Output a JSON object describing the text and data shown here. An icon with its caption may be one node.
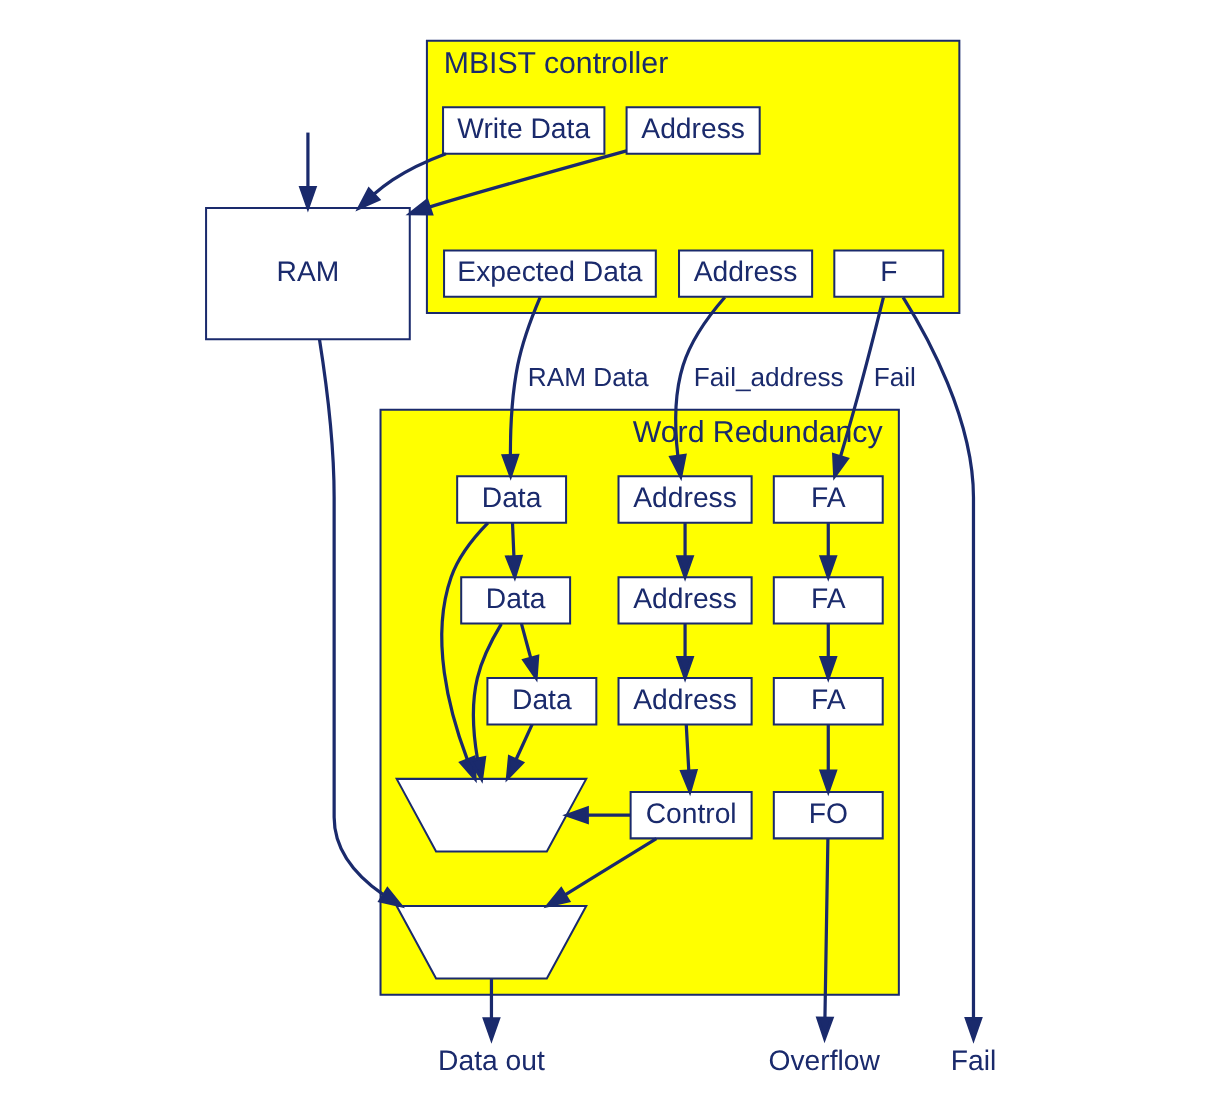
{
  "diagram": {
    "nodes": [
      {
        "text": [
          "MBIST controller"
        ]
      },
      {
        "text": [
          "Address"
        ],
        "in": 0
      },
      {
        "text": [
          "Write Data"
        ],
        "in": 0
      },
      {
        "text": [
          "F"
        ],
        "in": 0
      },
      {
        "text": [
          "Address"
        ],
        "in": 0
      },
      {
        "text": [
          "Expected Data"
        ],
        "in": 0
      },
      {
        "text": [
          "RAM"
        ]
      },
      {
        "text": [
          "Word Redundancy"
        ]
      },
      {
        "text": [
          "FA"
        ],
        "in": 7
      },
      {
        "text": [
          "Address"
        ],
        "in": 7
      },
      {
        "text": [
          "Data"
        ],
        "in": 7
      },
      {
        "text": [
          "FA"
        ],
        "in": 7
      },
      {
        "text": [
          "Address"
        ],
        "in": 7
      },
      {
        "text": [
          "Data"
        ],
        "in": 7
      },
      {
        "text": [
          "FA"
        ],
        "in": 7
      },
      {
        "text": [
          "Address"
        ],
        "in": 7
      },
      {
        "text": [
          "Data"
        ],
        "in": 7
      },
      {
        "text": [
          "FO"
        ],
        "in": 7
      },
      {
        "text": [
          "Control"
        ],
        "in": 7
      },
      {
        "text": [],
        "shape": "trapezoid",
        "in": 7
      },
      {
        "text": [],
        "shape": "trapezoid",
        "in": 7
      },
      {
        "text": [
          "Fail"
        ]
      },
      {
        "text": [
          "Overflow"
        ]
      },
      {
        "text": [
          "Data out"
        ]
      }
    ],
    "edges": [
      {
        "from": null,
        "to": 6,
        "arrow": "to"
      },
      {
        "from": 1,
        "to": 6,
        "arrow": "to"
      },
      {
        "from": 2,
        "to": 6,
        "arrow": "to"
      },
      {
        "from": 3,
        "to": 21,
        "arrow": "to"
      },
      {
        "from": 3,
        "to": 8,
        "arrow": "to",
        "label": "Fail"
      },
      {
        "from": 4,
        "to": 9,
        "arrow": "to",
        "label": "Fail_address"
      },
      {
        "from": 5,
        "to": 10,
        "arrow": "to",
        "label": "RAM Data"
      },
      {
        "from": 8,
        "to": 11,
        "arrow": "to"
      },
      {
        "from": 9,
        "to": 12,
        "arrow": "to"
      },
      {
        "from": 10,
        "to": 13,
        "arrow": "to"
      },
      {
        "from": 11,
        "to": 14,
        "arrow": "to"
      },
      {
        "from": 12,
        "to": 15,
        "arrow": "to"
      },
      {
        "from": 13,
        "to": 16,
        "arrow": "to"
      },
      {
        "from": 14,
        "to": 17,
        "arrow": "to"
      },
      {
        "from": 10,
        "to": 19,
        "arrow": "to"
      },
      {
        "from": 13,
        "to": 19,
        "arrow": "to"
      },
      {
        "from": 16,
        "to": 19,
        "arrow": "to"
      },
      {
        "from": 15,
        "to": 18,
        "arrow": "to"
      },
      {
        "from": 18,
        "to": 19,
        "arrow": "to"
      },
      {
        "from": 18,
        "to": 20,
        "arrow": "to"
      },
      {
        "from": 6,
        "to": 20,
        "arrow": "to"
      },
      {
        "from": 17,
        "to": 22,
        "arrow": "to"
      },
      {
        "from": 20,
        "to": 23,
        "arrow": "to"
      }
    ]
  }
}
